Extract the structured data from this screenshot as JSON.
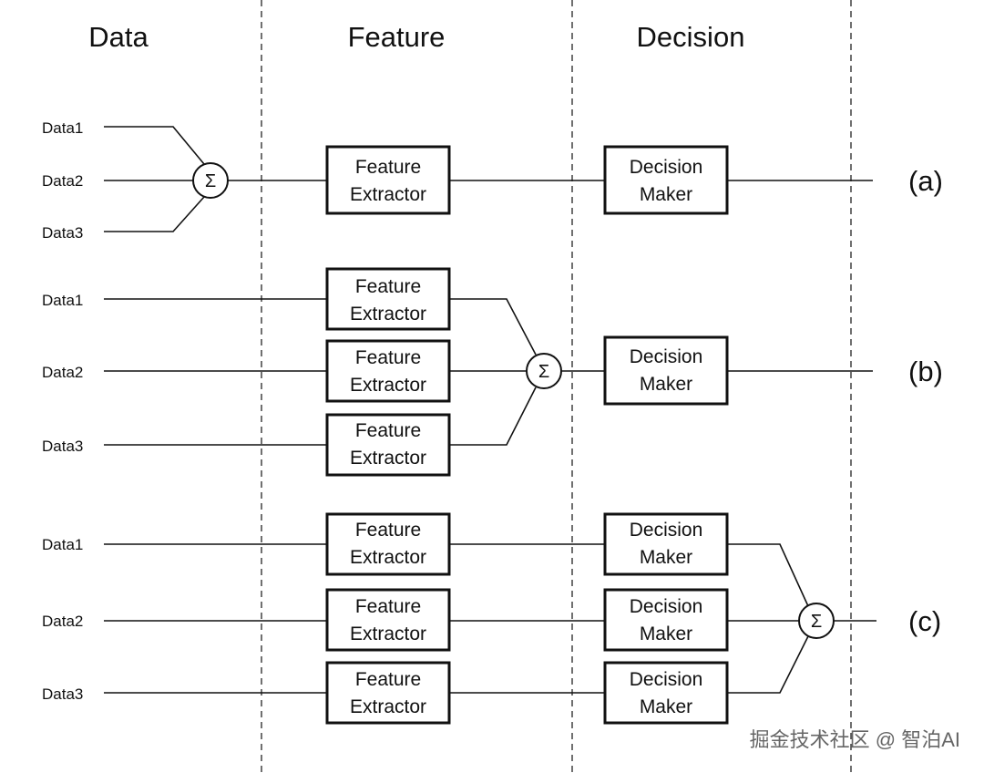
{
  "columns": [
    "Data",
    "Feature",
    "Decision"
  ],
  "inputs": [
    "Data1",
    "Data2",
    "Data3"
  ],
  "feature_box": [
    "Feature",
    "Extractor"
  ],
  "decision_box": [
    "Decision",
    "Maker"
  ],
  "sum_symbol": "Σ",
  "rows": [
    "(a)",
    "(b)",
    "(c)"
  ],
  "watermark": "掘金技术社区 @ 智泊AI"
}
